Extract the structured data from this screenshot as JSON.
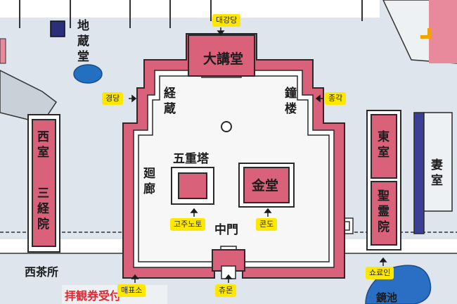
{
  "labels": {
    "daikodo": "大講堂",
    "kyozo_1": "経",
    "kyozo_2": "蔵",
    "shoro_1": "鐘",
    "shoro_2": "楼",
    "gojunoto": "五重塔",
    "kondo": "金堂",
    "kairo_1": "廻",
    "kairo_2": "廊",
    "chumon": "中門",
    "jizodo_1": "地",
    "jizodo_2": "蔵",
    "jizodo_3": "堂",
    "nishimuro_1": "西",
    "nishimuro_2": "室",
    "sankyoin_1": "三",
    "sankyoin_2": "経",
    "sankyoin_3": "院",
    "higashimuro_1": "東",
    "higashimuro_2": "室",
    "shoryoin_1": "聖",
    "shoryoin_2": "霊",
    "shoryoin_3": "院",
    "tsumamuro_1": "妻",
    "tsumamuro_2": "室",
    "nishichajo": "西茶所",
    "ticket": "拝観券受付",
    "pond": "鏡池"
  },
  "tags": {
    "daegangdang": "대강당",
    "gyeongdang": "경당",
    "jonggak": "종각",
    "gojunote": "고주노토",
    "kondo": "콘도",
    "chumon": "츄몬",
    "maepyoso": "매표소",
    "shoryoin": "쇼료인"
  },
  "colors": {
    "building": "#d9617a",
    "tag": "#ffe800",
    "water": "#2a6fc3",
    "background": "#dfe5ec"
  }
}
